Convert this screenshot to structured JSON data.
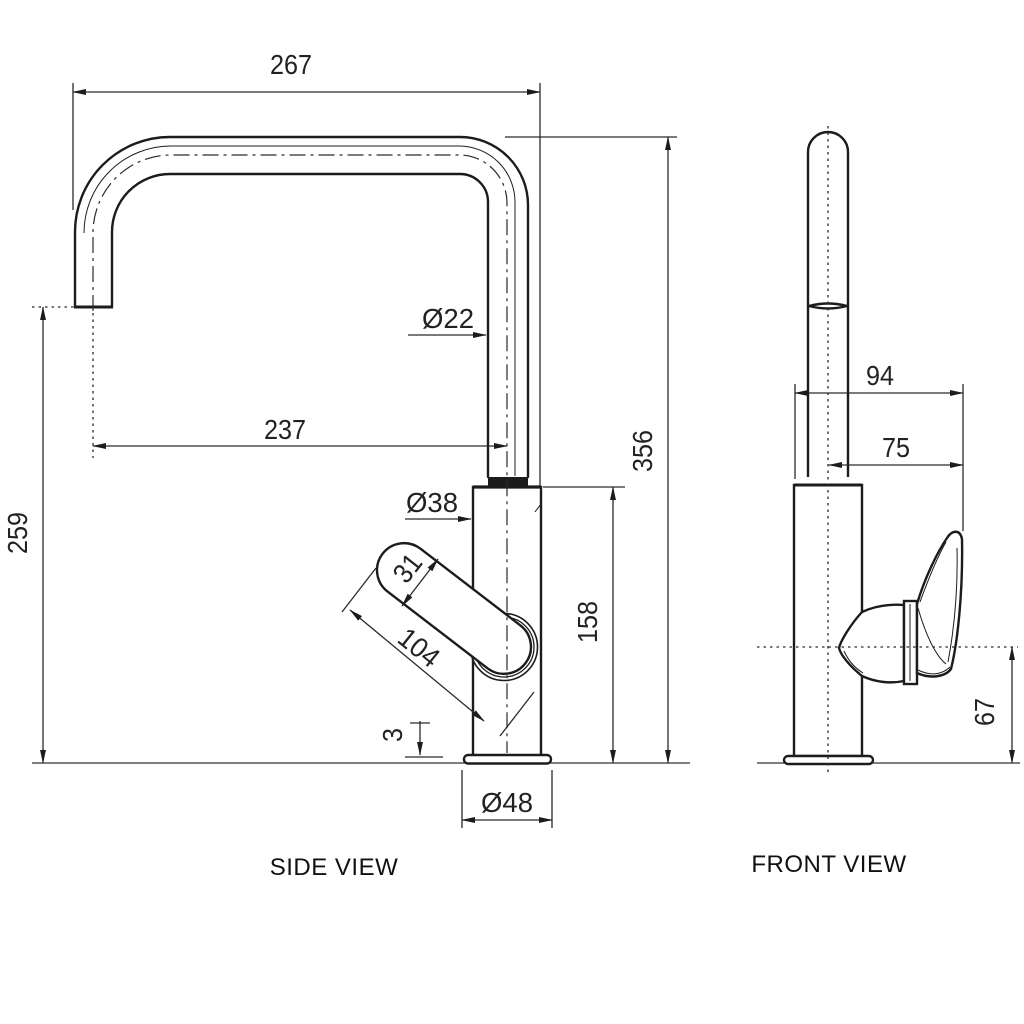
{
  "side": {
    "label": "SIDE VIEW",
    "dims": {
      "reach_overall": "267",
      "reach_to_center": "237",
      "spout_outlet_height": "259",
      "height_overall": "356",
      "body_height": "158",
      "spout_diameter": "Ø22",
      "body_diameter": "Ø38",
      "base_diameter": "Ø48",
      "base_plate_thickness": "3",
      "handle_width": "31",
      "handle_length": "104"
    }
  },
  "front": {
    "label": "FRONT VIEW",
    "dims": {
      "handle_extent": "94",
      "handle_from_center": "75",
      "handle_pivot_height": "67"
    }
  },
  "colors": {
    "line": "#1c1c1c",
    "background": "#ffffff"
  }
}
